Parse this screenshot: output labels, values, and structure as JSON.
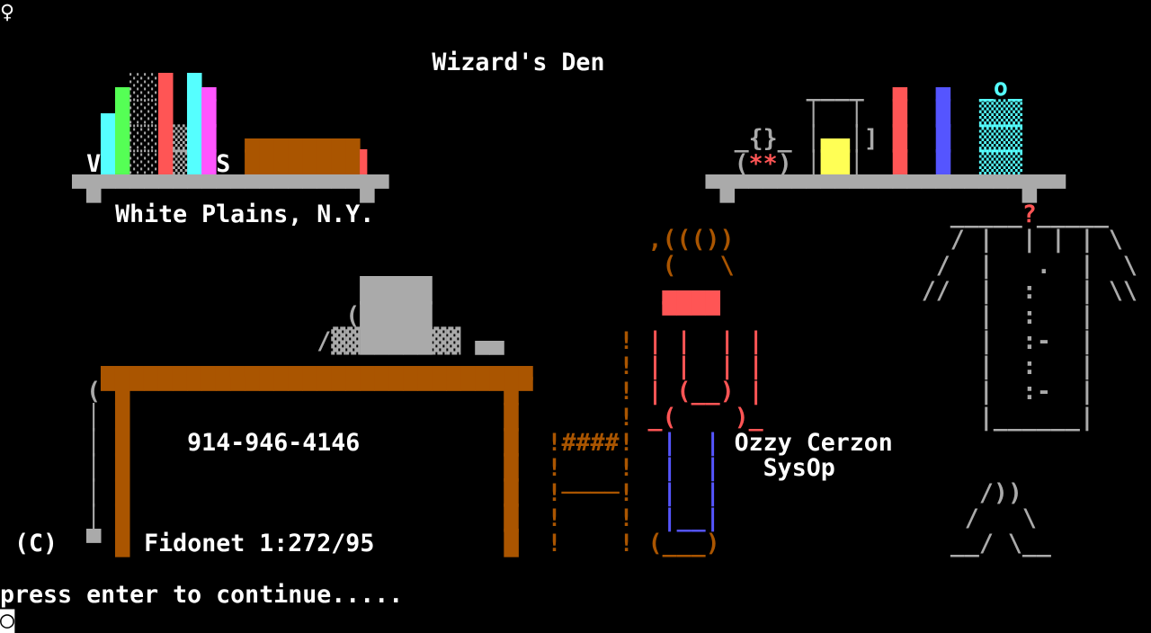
{
  "meta": {
    "title": "Wizard's Den"
  },
  "palette": {
    "white": "#FFFFFF",
    "gray": "#AAAAAA",
    "red": "#FF5555",
    "green": "#55FF55",
    "cyan": "#55FFFF",
    "magenta": "#FF55FF",
    "blue": "#5555FF",
    "yellow": "#FFFF55",
    "brown": "#AA5500"
  },
  "texts": {
    "title": "Wizard's Den",
    "location": "White Plains, N.Y.",
    "phone": "914-946-4146",
    "network": "Fidonet 1:272/95",
    "copyright": "(C)",
    "sysop_name": "Ozzy Cerzon",
    "sysop_title": "SysOp",
    "prompt": "press enter to continue....."
  },
  "screen": {
    "cols": 80,
    "row_count": 25,
    "rows": [
      [
        [
          0,
          "♀",
          "white",
          "cp437-glyph-top-left"
        ]
      ],
      [],
      [
        [
          30,
          "Wizard's Den",
          "white",
          "bbs-title"
        ]
      ],
      [
        [
          8,
          "▄",
          "green",
          "book"
        ],
        [
          9,
          "░░",
          "gray",
          "book"
        ],
        [
          11,
          "█",
          "red",
          "book"
        ],
        [
          13,
          "█",
          "cyan",
          "book"
        ],
        [
          14,
          "▄",
          "magenta",
          "book"
        ],
        [
          56,
          "____",
          "gray",
          "beaker-rim"
        ],
        [
          62,
          "▄",
          "red",
          "bottle-red"
        ],
        [
          65,
          "▄",
          "blue",
          "bottle-blue"
        ],
        [
          68,
          "_o_",
          "cyan",
          "jar-top"
        ]
      ],
      [
        [
          7,
          "▄",
          "cyan",
          "book"
        ],
        [
          8,
          "█",
          "green",
          "book"
        ],
        [
          9,
          "░░",
          "gray",
          "book"
        ],
        [
          11,
          "█",
          "red",
          "book"
        ],
        [
          13,
          "█",
          "cyan",
          "book"
        ],
        [
          14,
          "█",
          "magenta",
          "book"
        ],
        [
          56,
          "│",
          "gray",
          "beaker-wall"
        ],
        [
          59,
          "│",
          "gray",
          "beaker-wall"
        ],
        [
          62,
          "█",
          "red",
          "bottle-red"
        ],
        [
          65,
          "█",
          "blue",
          "bottle-blue"
        ],
        [
          68,
          "▒▒▒",
          "cyan",
          "jar-body"
        ]
      ],
      [
        [
          7,
          "█",
          "cyan",
          "book"
        ],
        [
          8,
          "█",
          "green",
          "book"
        ],
        [
          9,
          "░░",
          "gray",
          "book"
        ],
        [
          11,
          "█",
          "red",
          "book"
        ],
        [
          12,
          "▒",
          "gray",
          "book"
        ],
        [
          13,
          "█",
          "cyan",
          "book"
        ],
        [
          14,
          "█",
          "magenta",
          "book"
        ],
        [
          17,
          "▄▄▄▄▄▄▄▄",
          "brown",
          "book-horizontal"
        ],
        [
          51,
          "_{}_",
          "gray",
          "jug-top"
        ],
        [
          56,
          "│",
          "gray",
          "beaker-wall"
        ],
        [
          57,
          "▄▄",
          "yellow",
          "beaker-liquid"
        ],
        [
          59,
          "│",
          "gray",
          "beaker-wall"
        ],
        [
          60,
          "]",
          "gray",
          "shelf-bracket"
        ],
        [
          62,
          "█",
          "red",
          "bottle-red"
        ],
        [
          65,
          "█",
          "blue",
          "bottle-blue"
        ],
        [
          68,
          "▒▒▒",
          "cyan",
          "jar-body"
        ]
      ],
      [
        [
          6,
          "V",
          "white",
          "book-letter"
        ],
        [
          7,
          "█",
          "cyan",
          "book"
        ],
        [
          8,
          "█",
          "green",
          "book"
        ],
        [
          9,
          "░░",
          "gray",
          "book"
        ],
        [
          11,
          "█",
          "red",
          "book"
        ],
        [
          12,
          "▒",
          "gray",
          "book"
        ],
        [
          13,
          "█",
          "cyan",
          "book"
        ],
        [
          14,
          "█",
          "magenta",
          "book"
        ],
        [
          15,
          "S",
          "white",
          "book-letter"
        ],
        [
          17,
          "████████",
          "brown",
          "book-horizontal"
        ],
        [
          25,
          "▌",
          "red",
          "bookmark"
        ],
        [
          51,
          "(",
          "gray",
          "jug-body"
        ],
        [
          52,
          "**",
          "red",
          "jug-stars"
        ],
        [
          54,
          ")",
          "gray",
          "jug-body"
        ],
        [
          56,
          "│",
          "gray",
          "beaker-wall"
        ],
        [
          57,
          "██",
          "yellow",
          "beaker-liquid"
        ],
        [
          59,
          "│",
          "gray",
          "beaker-wall"
        ],
        [
          62,
          "█",
          "red",
          "bottle-red"
        ],
        [
          65,
          "█",
          "blue",
          "bottle-blue"
        ],
        [
          68,
          "▒▒▒",
          "cyan",
          "jar-body"
        ]
      ],
      [
        [
          5,
          "▀█▀▀▀▀▀▀▀▀▀▀▀▀▀▀▀▀▀▀█▀",
          "gray",
          "left-shelf"
        ],
        [
          49,
          "▀█▀▀▀▀▀▀▀▀▀▀▀▀▀▀▀▀▀▀▀▀█▀▀",
          "gray",
          "right-shelf"
        ]
      ],
      [
        [
          8,
          "White Plains, N.Y.",
          "white",
          "bbs-location"
        ],
        [
          66,
          "_____",
          "gray",
          "robe-shoulder"
        ],
        [
          71,
          "?",
          "red",
          "hanger-hook"
        ],
        [
          72,
          "_____",
          "gray",
          "robe-shoulder"
        ]
      ],
      [
        [
          45,
          ",((())",
          "brown",
          "wizard-hair"
        ],
        [
          66,
          "/ |  | | | \\",
          "gray",
          "robe"
        ]
      ],
      [
        [
          46,
          "(",
          "brown",
          "wizard-hair"
        ],
        [
          50,
          "\\",
          "brown",
          "wizard-hair"
        ],
        [
          65,
          "/  |   .  |  \\",
          "gray",
          "robe"
        ]
      ],
      [
        [
          25,
          "█████",
          "gray",
          "computer-monitor"
        ],
        [
          46,
          "▄▄▄▄",
          "red",
          "wizard-face"
        ],
        [
          64,
          "//  |  :   | \\\\",
          "gray",
          "robe"
        ]
      ],
      [
        [
          24,
          "(",
          "gray",
          "printer-paper"
        ],
        [
          25,
          "█████",
          "gray",
          "computer-monitor"
        ],
        [
          46,
          "▀▀▀▀",
          "red",
          "wizard-face"
        ],
        [
          68,
          "|  :   |",
          "gray",
          "robe"
        ]
      ],
      [
        [
          22,
          "/",
          "gray",
          "printer"
        ],
        [
          23,
          "▓▓",
          "gray",
          "printer"
        ],
        [
          25,
          "█████",
          "gray",
          "computer-monitor"
        ],
        [
          30,
          "▓▓",
          "gray",
          "printer"
        ],
        [
          33,
          "▄▄",
          "gray",
          "keyboard"
        ],
        [
          43,
          "!",
          "brown",
          "staff"
        ],
        [
          45,
          "| |  | |",
          "red",
          "wizard-torso"
        ],
        [
          68,
          "|  :-  |",
          "gray",
          "robe"
        ]
      ],
      [
        [
          7,
          "▄▄▄▄▄▄▄▄▄▄▄▄▄▄▄▄▄▄▄▄▄▄▄▄▄▄▄▄▄▄",
          "brown",
          "desk-top"
        ],
        [
          43,
          "!",
          "brown",
          "staff"
        ],
        [
          45,
          "| |  | |",
          "red",
          "wizard-torso"
        ],
        [
          68,
          "|  :   |",
          "gray",
          "robe"
        ]
      ],
      [
        [
          6,
          "(",
          "gray",
          "cord"
        ],
        [
          7,
          "▀█▀▀▀▀▀▀▀▀▀▀▀▀▀▀▀▀▀▀▀▀▀▀▀▀▀▀█▀",
          "brown",
          "desk-top"
        ],
        [
          43,
          "!",
          "brown",
          "staff"
        ],
        [
          45,
          "| (__) |",
          "red",
          "wizard-torso"
        ],
        [
          68,
          "|  :-  |",
          "gray",
          "robe"
        ]
      ],
      [
        [
          6,
          "│",
          "gray",
          "cord"
        ],
        [
          8,
          "█",
          "brown",
          "desk-leg"
        ],
        [
          35,
          "█",
          "brown",
          "desk-leg"
        ],
        [
          43,
          "!",
          "brown",
          "staff"
        ],
        [
          45,
          "_(    )_",
          "red",
          "wizard-hands"
        ],
        [
          68,
          "|______|",
          "gray",
          "robe-hem"
        ]
      ],
      [
        [
          6,
          "│",
          "gray",
          "cord"
        ],
        [
          8,
          "█",
          "brown",
          "desk-leg"
        ],
        [
          13,
          "914-946-4146",
          "white",
          "phone-number"
        ],
        [
          35,
          "█",
          "brown",
          "desk-leg"
        ],
        [
          38,
          "!####!",
          "brown",
          "bench"
        ],
        [
          46,
          "|",
          "blue",
          "wizard-leg"
        ],
        [
          49,
          "|",
          "blue",
          "wizard-leg"
        ],
        [
          51,
          "Ozzy Cerzon",
          "white",
          "sysop-name"
        ]
      ],
      [
        [
          6,
          "│",
          "gray",
          "cord"
        ],
        [
          8,
          "█",
          "brown",
          "desk-leg"
        ],
        [
          35,
          "█",
          "brown",
          "desk-leg"
        ],
        [
          38,
          "!",
          "brown",
          "bench"
        ],
        [
          43,
          "!",
          "brown",
          "bench"
        ],
        [
          46,
          "|",
          "blue",
          "wizard-leg"
        ],
        [
          49,
          "|",
          "blue",
          "wizard-leg"
        ],
        [
          53,
          "SysOp",
          "white",
          "sysop-label"
        ]
      ],
      [
        [
          6,
          "│",
          "gray",
          "cord"
        ],
        [
          8,
          "█",
          "brown",
          "desk-leg"
        ],
        [
          35,
          "█",
          "brown",
          "desk-leg"
        ],
        [
          38,
          "!────!",
          "brown",
          "bench"
        ],
        [
          46,
          "|",
          "blue",
          "wizard-leg"
        ],
        [
          49,
          "|",
          "blue",
          "wizard-leg"
        ],
        [
          68,
          "/))",
          "gray",
          "cat"
        ]
      ],
      [
        [
          6,
          "│",
          "gray",
          "cord"
        ],
        [
          8,
          "█",
          "brown",
          "desk-leg"
        ],
        [
          35,
          "█",
          "brown",
          "desk-leg"
        ],
        [
          38,
          "!",
          "brown",
          "bench"
        ],
        [
          43,
          "!",
          "brown",
          "bench"
        ],
        [
          46,
          "|__|",
          "blue",
          "wizard-robe-bottom"
        ],
        [
          67,
          "/",
          "gray",
          "cat"
        ],
        [
          71,
          "\\",
          "gray",
          "cat"
        ]
      ],
      [
        [
          1,
          "(C)",
          "white",
          "copyright"
        ],
        [
          6,
          "▀",
          "gray",
          "cord-base"
        ],
        [
          8,
          "█",
          "brown",
          "desk-leg"
        ],
        [
          10,
          "Fidonet 1:272/95",
          "white",
          "fidonet-address"
        ],
        [
          35,
          "█",
          "brown",
          "desk-leg"
        ],
        [
          38,
          "!",
          "brown",
          "bench"
        ],
        [
          43,
          "!",
          "brown",
          "bench"
        ],
        [
          45,
          "(___)",
          "brown",
          "wizard-feet"
        ],
        [
          66,
          "__/ \\__",
          "gray",
          "cat"
        ]
      ],
      [],
      [
        [
          0,
          "press enter to continue.....",
          "white",
          "press-enter-prompt"
        ]
      ],
      [
        [
          0,
          "◙",
          "white",
          "cp437-glyph-bottom-left"
        ]
      ]
    ]
  }
}
